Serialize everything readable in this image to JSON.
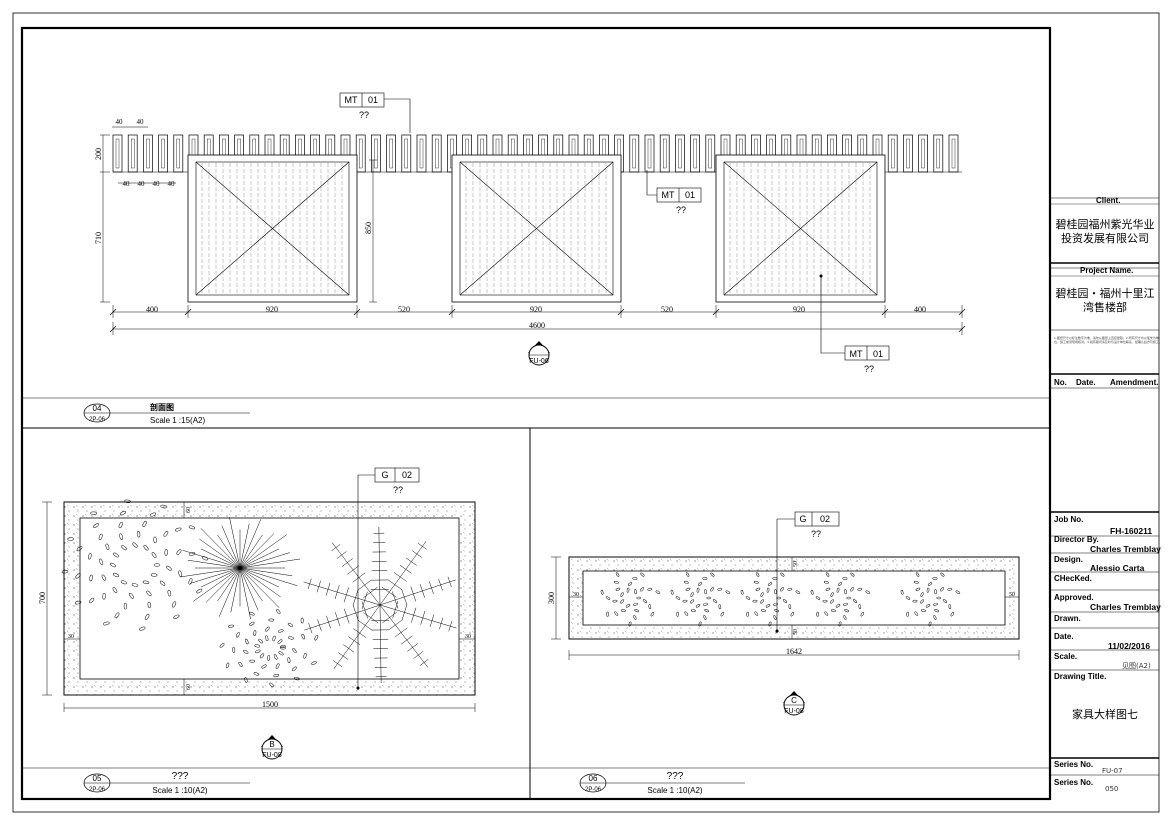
{
  "title_block": {
    "client_label": "Client.",
    "client_name": "碧桂园福州紫光华业投资发展有限公司",
    "project_label": "Project Name.",
    "project_name": "碧桂园・福州十里江湾售楼部",
    "notes": "1.图纸尺寸以标注数字为准，请勿从图纸上直接量取。2.所有尺寸均以毫米为单位，施工前须现场核对。3.如有疑问请及时与设计单位联系，经确认后方可施工。",
    "amend_no": "No.",
    "amend_date": "Date.",
    "amend_label": "Amendment.",
    "job_no_label": "Job No.",
    "job_no": "FH-160211",
    "director_label": "Director By.",
    "director": "Charles Tremblay",
    "design_label": "Design.",
    "design": "Alessio Carta",
    "checked_label": "CHecKed.",
    "approved_label": "Approved.",
    "approved": "Charles Tremblay",
    "drawn_label": "Drawn.",
    "date_label": "Date.",
    "date": "11/02/2016",
    "scale_label": "Scale.",
    "scale": "见图(A2)",
    "drawing_title_label": "Drawing Title.",
    "drawing_title": "家具大样图七",
    "series_label": "Series No.",
    "series": "FU-07",
    "series2_label": "Series No.",
    "series2": "050"
  },
  "view_a": {
    "tags": [
      {
        "code": "MT",
        "num": "01",
        "note": "??"
      },
      {
        "code": "MT",
        "num": "01",
        "note": "??"
      },
      {
        "code": "MT",
        "num": "01",
        "note": "??"
      }
    ],
    "dims_bottom": [
      "400",
      "920",
      "520",
      "920",
      "520",
      "920",
      "400"
    ],
    "dim_total": "4600",
    "dims_left": [
      "200",
      "710"
    ],
    "dim_850": "850",
    "dims_small_top": [
      "40",
      "40"
    ],
    "dims_small_bottom": [
      "40",
      "40",
      "40",
      "40"
    ],
    "section_marker": {
      "letter": "A",
      "ref": "FU-06"
    },
    "title_num": "04",
    "title_ref": "2P-06",
    "title_text": "剖面图",
    "scale": "Scale 1 :15(A2)"
  },
  "view_b": {
    "tag": {
      "code": "G",
      "num": "02",
      "note": "??"
    },
    "dim_width": "1500",
    "dim_height": "700",
    "dim_small": [
      "60",
      "30",
      "30",
      "60"
    ],
    "section_marker": {
      "letter": "B",
      "ref": "FU-08"
    },
    "title_num": "05",
    "title_ref": "2P-06",
    "title_text": "???",
    "scale": "Scale 1 :10(A2)"
  },
  "view_c": {
    "tag": {
      "code": "G",
      "num": "02",
      "note": "??"
    },
    "dim_width": "1642",
    "dim_height": "300",
    "dim_small": [
      "30",
      "50",
      "50",
      "50"
    ],
    "section_marker": {
      "letter": "C",
      "ref": "FU-08"
    },
    "title_num": "06",
    "title_ref": "2P-06",
    "title_text": "???",
    "scale": "Scale 1 :10(A2)"
  }
}
